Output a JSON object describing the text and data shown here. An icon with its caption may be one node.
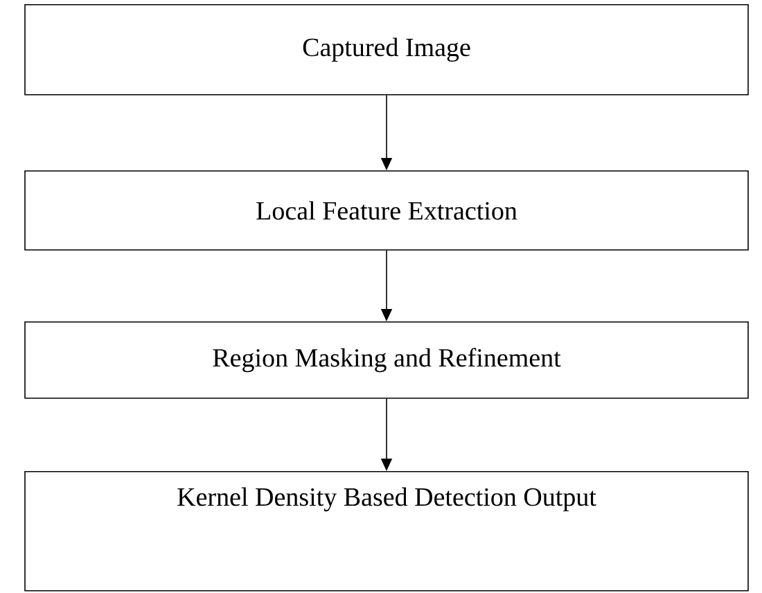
{
  "diagram": {
    "nodes": [
      {
        "text": [
          "Captured Image"
        ]
      },
      {
        "text": [
          "Local Feature Extraction"
        ]
      },
      {
        "text": [
          "Region Masking and Refinement"
        ]
      },
      {
        "text": [
          "Kernel Density Based Detection Output"
        ]
      }
    ],
    "edges": [
      {
        "from": 0,
        "to": 1,
        "arrow": "to"
      },
      {
        "from": 1,
        "to": 2,
        "arrow": "to"
      },
      {
        "from": 2,
        "to": 3,
        "arrow": "to"
      }
    ]
  }
}
